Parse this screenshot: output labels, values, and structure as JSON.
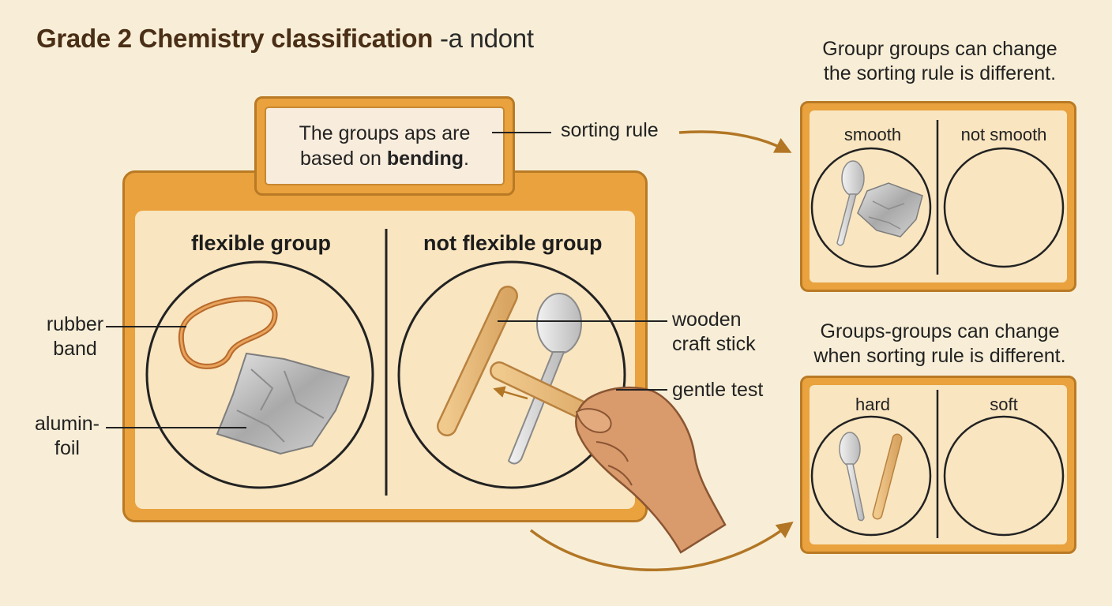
{
  "title": {
    "bold": "Grade 2 Chemistry classification",
    "rest": " -a ndont"
  },
  "rule_box": {
    "line1": "The groups aps are",
    "line2_prefix": "based on ",
    "line2_bold": "bending",
    "line2_suffix": "."
  },
  "labels": {
    "sorting_rule": "sorting rule",
    "rubber_band": [
      "rubber",
      "band"
    ],
    "foil": [
      "alumin-",
      "foil"
    ],
    "craft_stick": [
      "wooden",
      "craft stick"
    ],
    "gentle_test": "gentle test"
  },
  "main_groups": {
    "left": "flexible group",
    "right": "not flexible group"
  },
  "panel_top": {
    "caption": [
      "Groupr groups can change",
      "the sorting rule is different."
    ],
    "left": "smooth",
    "right": "not smooth"
  },
  "panel_bottom": {
    "caption": [
      "Groups-groups can change",
      "when sorting rule is different."
    ],
    "left": "hard",
    "right": "soft"
  },
  "colors": {
    "background": "#f8eed7",
    "panel_orange": "#e9a23e",
    "panel_inner": "#f9e5c0",
    "title_brown": "#4a2e16",
    "arrow": "#b27625"
  }
}
